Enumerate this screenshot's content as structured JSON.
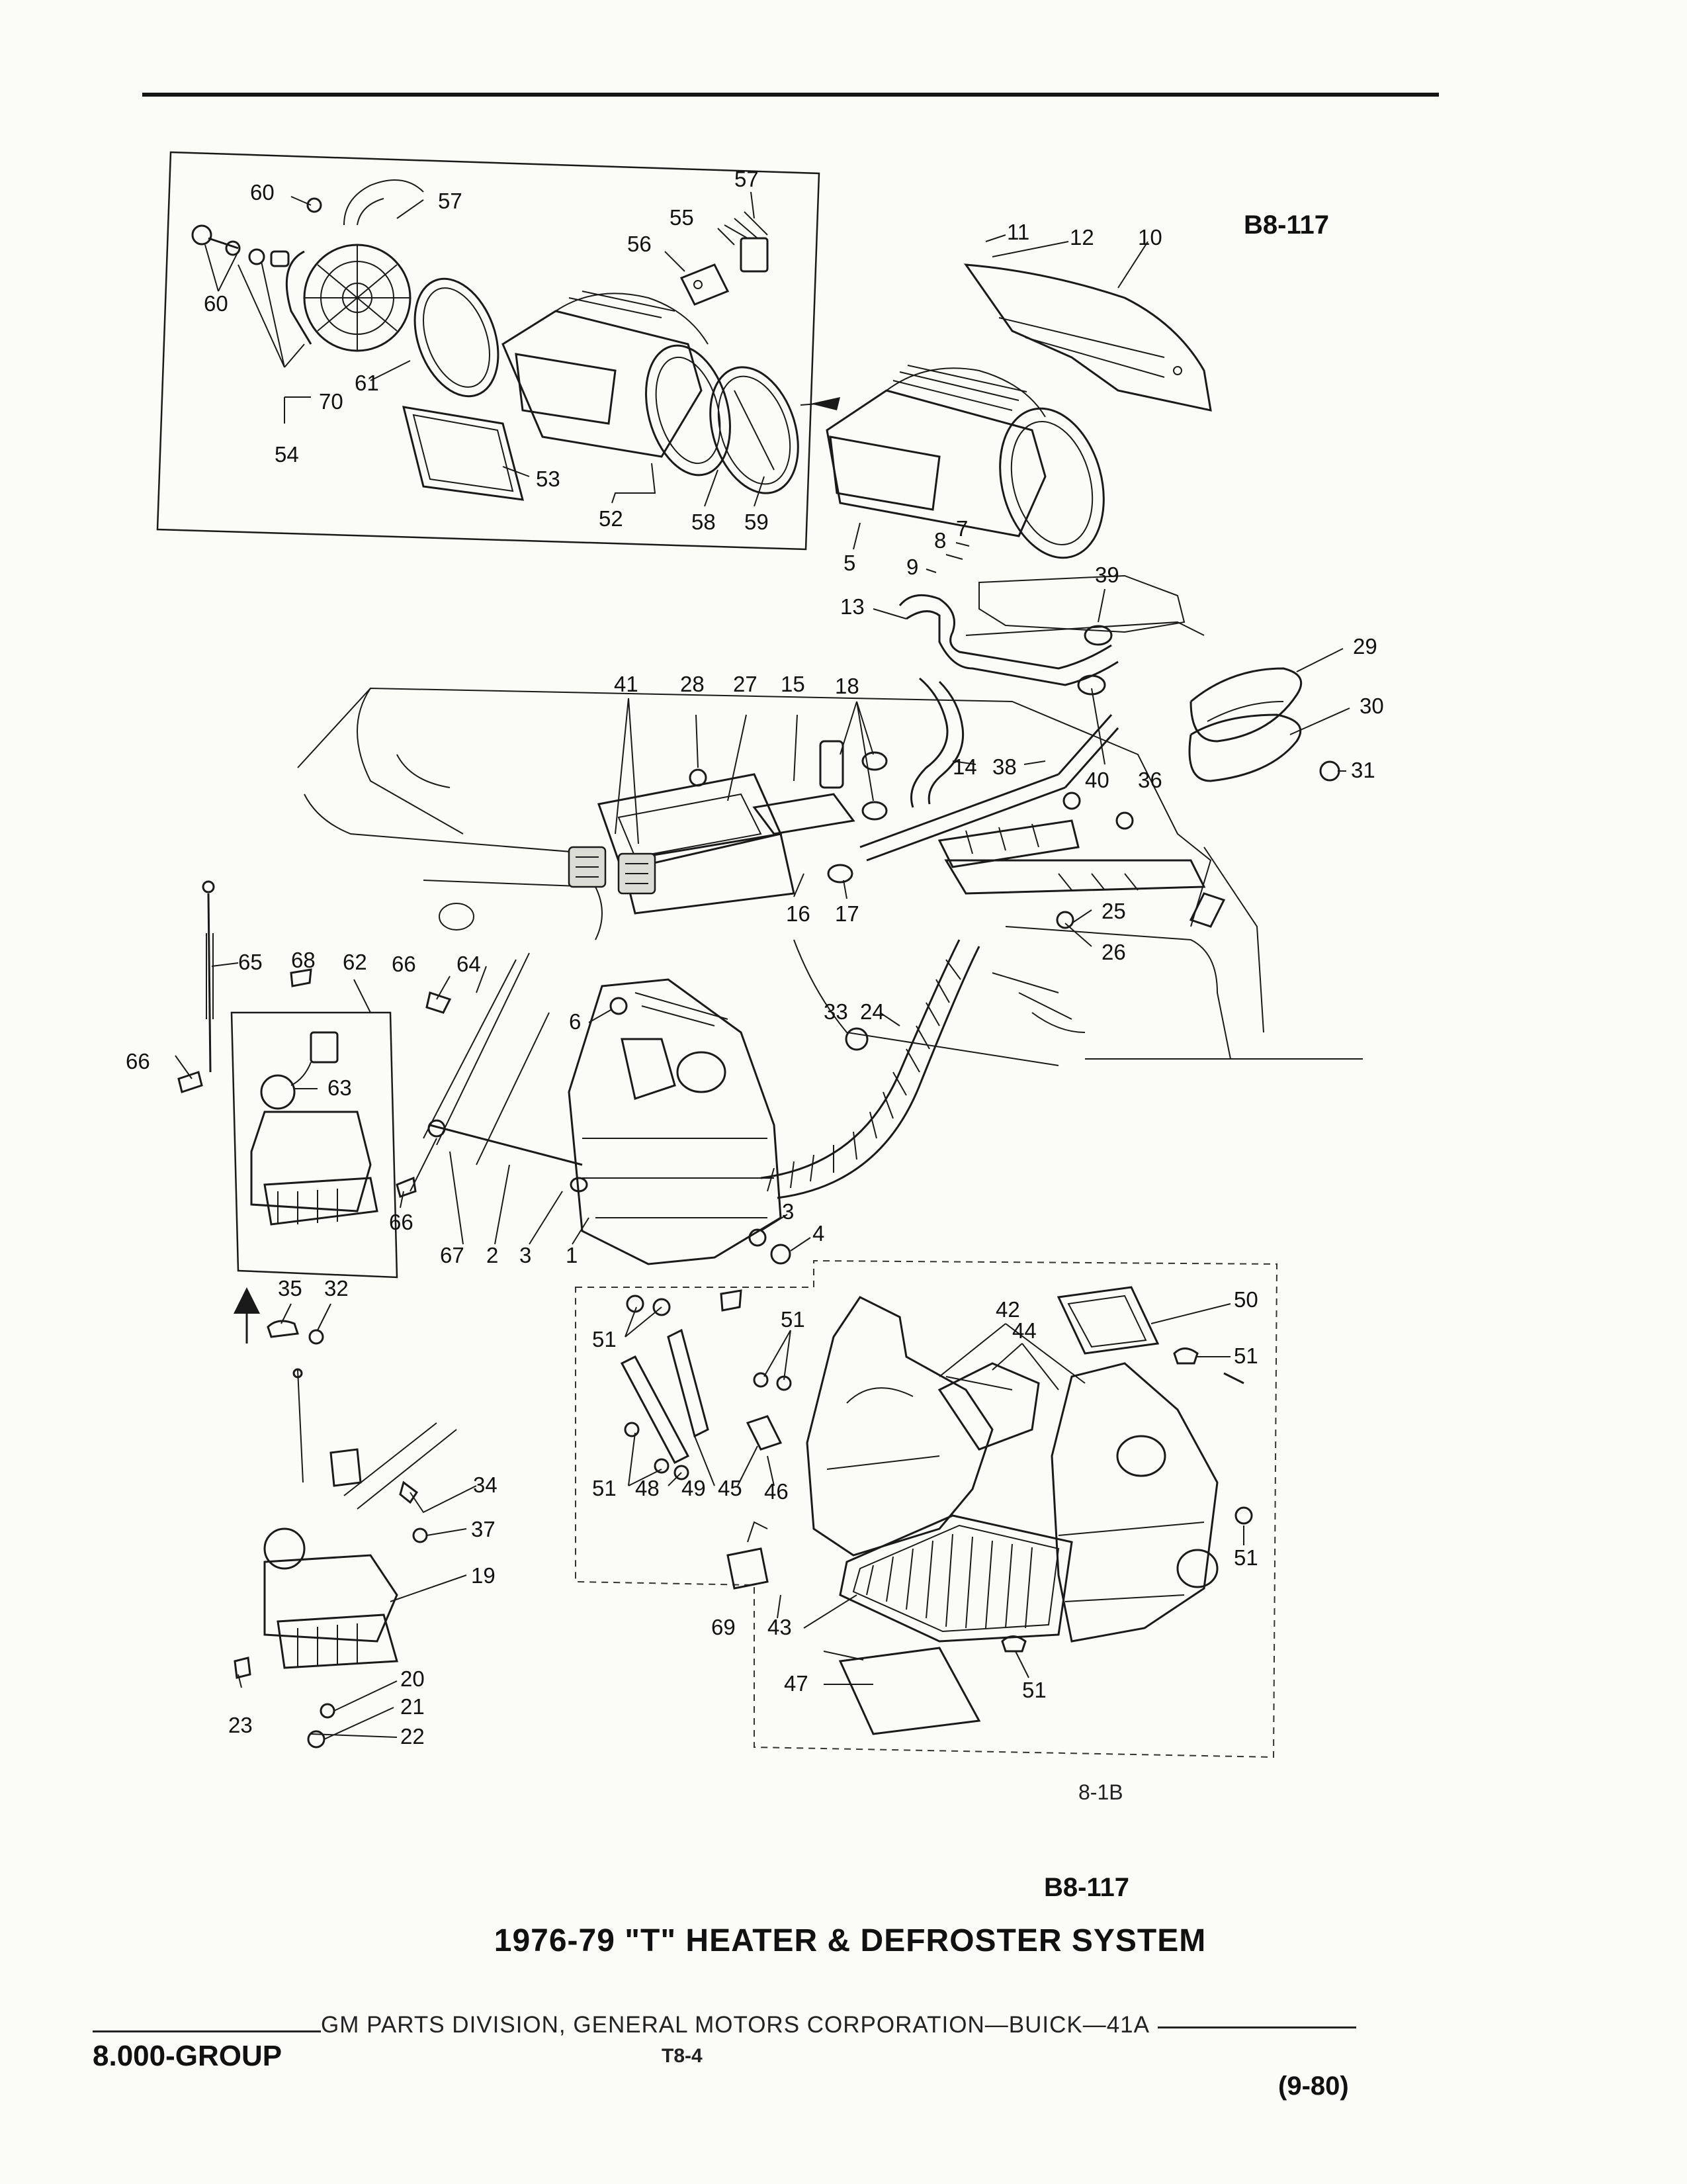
{
  "figure": {
    "number_top": "B8-117",
    "number_bottom": "B8-117",
    "ref_code": "8-1B",
    "title": "1976-79 \"T\" HEATER & DEFROSTER SYSTEM"
  },
  "footer": {
    "group": "8.000-GROUP",
    "division": "GM PARTS DIVISION, GENERAL MOTORS CORPORATION—BUICK—41A",
    "page": "T8-4",
    "date": "(9-80)"
  },
  "callouts": [
    "1",
    "2",
    "3",
    "3",
    "4",
    "5",
    "6",
    "7",
    "8",
    "9",
    "10",
    "11",
    "12",
    "13",
    "14",
    "15",
    "16",
    "17",
    "18",
    "19",
    "20",
    "21",
    "22",
    "23",
    "24",
    "25",
    "26",
    "27",
    "28",
    "29",
    "30",
    "31",
    "32",
    "33",
    "34",
    "35",
    "36",
    "37",
    "38",
    "39",
    "40",
    "41",
    "42",
    "43",
    "44",
    "45",
    "46",
    "47",
    "48",
    "49",
    "50",
    "51",
    "51",
    "51",
    "51",
    "51",
    "51",
    "51",
    "51",
    "52",
    "53",
    "54",
    "55",
    "56",
    "57",
    "57",
    "58",
    "59",
    "60",
    "60",
    "60",
    "61",
    "62",
    "63",
    "64",
    "65",
    "66",
    "66",
    "66",
    "67",
    "68",
    "69",
    "70"
  ]
}
